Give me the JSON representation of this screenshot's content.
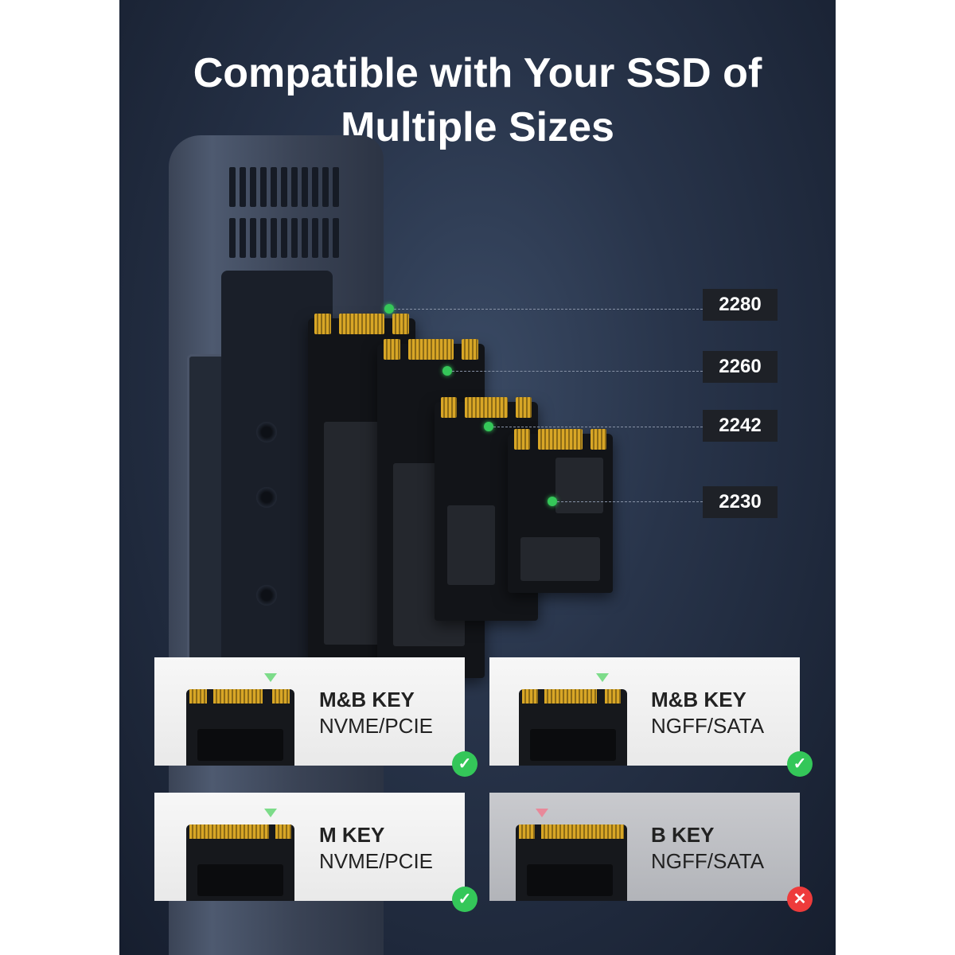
{
  "title": {
    "line1": "Compatible with Your SSD of",
    "line2": "Multiple Sizes"
  },
  "sizes": [
    "2280",
    "2260",
    "2242",
    "2230"
  ],
  "cards": [
    {
      "key": "M&B KEY",
      "interface": "NVME/PCIE",
      "compatible": true,
      "status_icon": "check-icon"
    },
    {
      "key": "M&B KEY",
      "interface": "NGFF/SATA",
      "compatible": true,
      "status_icon": "check-icon"
    },
    {
      "key": "M KEY",
      "interface": "NVME/PCIE",
      "compatible": true,
      "status_icon": "check-icon"
    },
    {
      "key": "B KEY",
      "interface": "NGFF/SATA",
      "compatible": false,
      "status_icon": "cross-icon"
    }
  ],
  "colors": {
    "background": "#28344a",
    "compatible": "#34c759",
    "incompatible": "#ee3b3b",
    "gold_contacts": "#d8a626"
  }
}
